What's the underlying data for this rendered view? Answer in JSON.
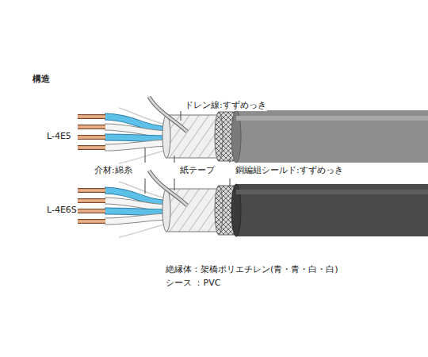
{
  "diagram": {
    "labels": [
      "構造",
      "ドレン線:すずめっき",
      "L-4E5",
      "介材:綿糸",
      "紙テープ",
      "銅編組シールド:すずめっき",
      "L-4E6S",
      "絶縁体：架橋ポリエチレン(青・青・白・白)",
      "シース ：PVC"
    ]
  }
}
